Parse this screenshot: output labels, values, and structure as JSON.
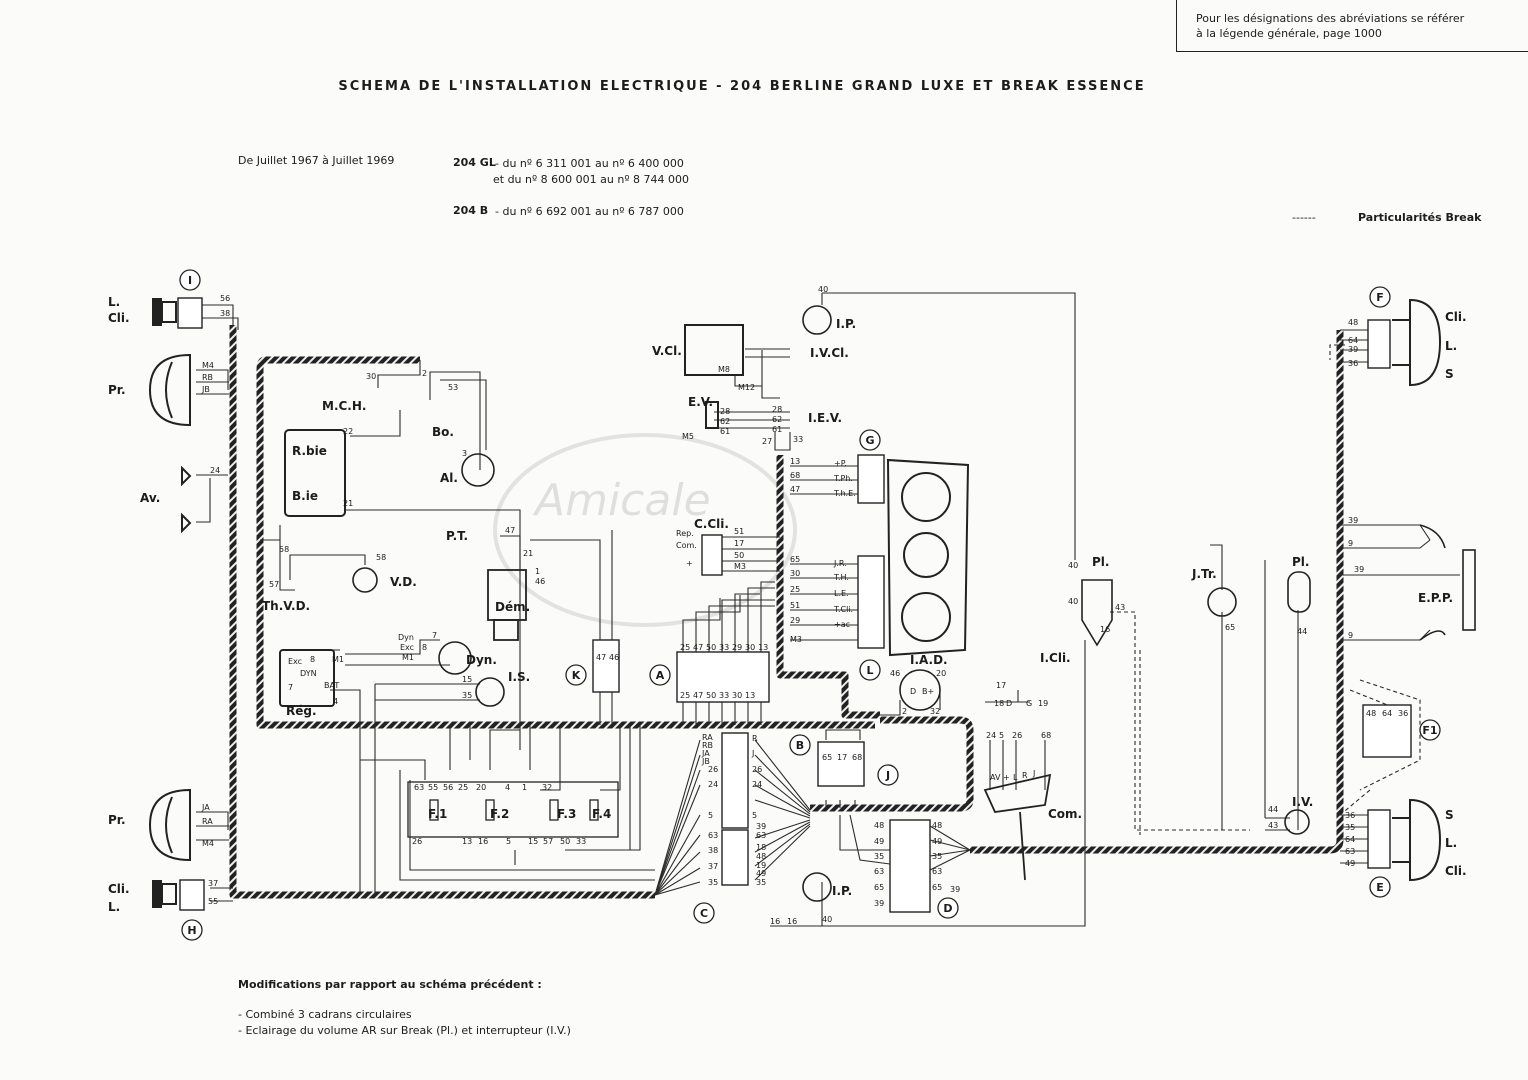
{
  "reference": {
    "line1": "Pour les désignations des abréviations se référer",
    "line2": "à la légende générale, page 1000"
  },
  "title": "SCHEMA DE L'INSTALLATION ELECTRIQUE - 204 BERLINE GRAND LUXE ET BREAK ESSENCE",
  "period": "De Juillet 1967 à Juillet 1969",
  "models": {
    "gl_label": "204 GL",
    "gl_line1": "- du nº 6 311 001 au nº 6 400 000",
    "gl_line2": "et du nº 8 600 001 au nº 8 744 000",
    "b_label": "204 B",
    "b_line": "- du nº 6 692 001 au nº 6 787 000"
  },
  "legend_break": "Particularités Break",
  "modifications": {
    "heading": "Modifications par rapport au schéma précédent :",
    "items": [
      "- Combiné 3 cadrans circulaires",
      "- Eclairage du volume AR sur Break (Pl.) et interrupteur (I.V.)"
    ]
  },
  "components": {
    "L_Cli_top": "L.",
    "Cli_top": "Cli.",
    "Pr_top": "Pr.",
    "Av": "Av.",
    "Pr_bot": "Pr.",
    "Cli_bot": "Cli.",
    "L_bot": "L.",
    "MCH": "M.C.H.",
    "Bo": "Bo.",
    "Al": "Al.",
    "Rbie": "R.bie",
    "Bie": "B.ie",
    "PT": "P.T.",
    "ThVD": "Th.V.D.",
    "VD": "V.D.",
    "Dem": "Dém.",
    "Dyn": "Dyn.",
    "Reg": "Rég.",
    "IS": "I.S.",
    "VCl": "V.Cl.",
    "IVCl": "I.V.Cl.",
    "IP_top": "I.P.",
    "EV": "E.V.",
    "IEV": "I.E.V.",
    "CCli": "C.Cli.",
    "IAD": "I.A.D.",
    "ICli": "I.Cli.",
    "Com": "Com.",
    "IP_bot": "I.P.",
    "Pl_1": "Pl.",
    "JTr": "J.Tr.",
    "Pl_2": "Pl.",
    "EPP": "E.P.P.",
    "IV": "I.V.",
    "Cli_R_top": "Cli.",
    "L_R_top": "L.",
    "S_R_top": "S",
    "S_R_bot": "S",
    "L_R_bot": "L.",
    "Cli_R_bot": "Cli.",
    "F1": "F.1",
    "F2": "F.2",
    "F3": "F.3",
    "F4": "F.4"
  },
  "connectors": {
    "I": "I",
    "H": "H",
    "F": "F",
    "E": "E",
    "F1": "F1",
    "G": "G",
    "L": "L",
    "K": "K",
    "A": "A",
    "B": "B",
    "C": "C",
    "D": "D",
    "J": "J"
  },
  "wires": {
    "w56": "56",
    "w38": "38",
    "wM4": "M4",
    "wRB": "RB",
    "wJB": "JB",
    "w24": "24",
    "w30": "30",
    "w22": "22",
    "w21": "21",
    "w47": "47",
    "w58": "58",
    "w57": "57",
    "w40": "40",
    "w13": "13",
    "w68": "68",
    "w47b": "47",
    "G_labels": [
      "+P.",
      "T.Ph.",
      "T.h.E."
    ],
    "L_labels": [
      "J.R.",
      "T.H.",
      "L.E.",
      "T.Cli.",
      "+ac"
    ],
    "L_wires": [
      "65",
      "30",
      "25",
      "51",
      "29",
      "M3"
    ],
    "A_wires": [
      "25",
      "47",
      "50",
      "33",
      "30",
      "13"
    ],
    "A_top": [
      "25",
      "47",
      "50",
      "33",
      "29",
      "30",
      "13"
    ],
    "K_wires": [
      "47",
      "46"
    ],
    "C_left": [
      "RA",
      "RB",
      "JA",
      "JB"
    ],
    "C_right": [
      "R",
      "J",
      "26",
      "24",
      "5",
      "39",
      "63",
      "18",
      "48",
      "19",
      "49",
      "35"
    ],
    "C_left2": [
      "26",
      "24",
      "5",
      "63",
      "38",
      "37",
      "35"
    ],
    "D_left": [
      "48",
      "49",
      "35",
      "63",
      "65",
      "39"
    ],
    "D_right": [
      "48",
      "49",
      "35",
      "63",
      "65",
      "39"
    ],
    "J_wires": [
      "65",
      "17",
      "68"
    ],
    "E_wires": [
      "36",
      "35",
      "64",
      "63",
      "49"
    ],
    "F_wires": [
      "48",
      "64",
      "39",
      "36"
    ],
    "F1_wires": [
      "48",
      "64",
      "36"
    ],
    "CCli_labels": [
      "Rep.",
      "Com.",
      "+"
    ],
    "CCli_wires": [
      "51",
      "17",
      "50",
      "M3"
    ],
    "Com_wires": [
      "24",
      "5",
      "26",
      "68"
    ],
    "Com_labels": [
      "AV",
      "+",
      "L",
      "R",
      "J"
    ],
    "fuse_top": [
      "63",
      "55",
      "56",
      "25",
      "20",
      "4",
      "1",
      "32"
    ],
    "fuse_bot": [
      "26",
      "13",
      "16",
      "5",
      "15",
      "57",
      "50",
      "33"
    ],
    "IP_bot_w": [
      "16",
      "16",
      "40"
    ],
    "EPP_w": [
      "39",
      "9",
      "39",
      "9"
    ],
    "pl_w": [
      "40",
      "40",
      "43",
      "16"
    ],
    "IV_w": [
      "44",
      "43"
    ],
    "JTr_w": "65",
    "Pl2_w": "44",
    "IS_w": [
      "15",
      "35"
    ],
    "Reg_labels": [
      "Exc",
      "DYN",
      "BAT",
      "M1",
      "8",
      "7",
      "4"
    ],
    "Dyn_labels": [
      "Dyn",
      "Exc",
      "M1",
      "7",
      "8"
    ],
    "IAD_labels": [
      "46",
      "20",
      "D",
      "B+",
      "2",
      "32"
    ],
    "ICli_labels": [
      "17",
      "18",
      "D",
      "G",
      "19"
    ],
    "EV_w": [
      "28",
      "62",
      "61",
      "M5"
    ],
    "IEV_w": [
      "28",
      "62",
      "61",
      "27",
      "33"
    ],
    "VCl_w": [
      "M8",
      "M12"
    ],
    "Pr_bot_w": [
      "JA",
      "RA",
      "M4"
    ],
    "H_w": [
      "37",
      "55"
    ],
    "Bo_w": [
      "2",
      "53",
      "3"
    ],
    "Dem_w": [
      "21",
      "1",
      "46"
    ],
    "VD_w": "58"
  }
}
